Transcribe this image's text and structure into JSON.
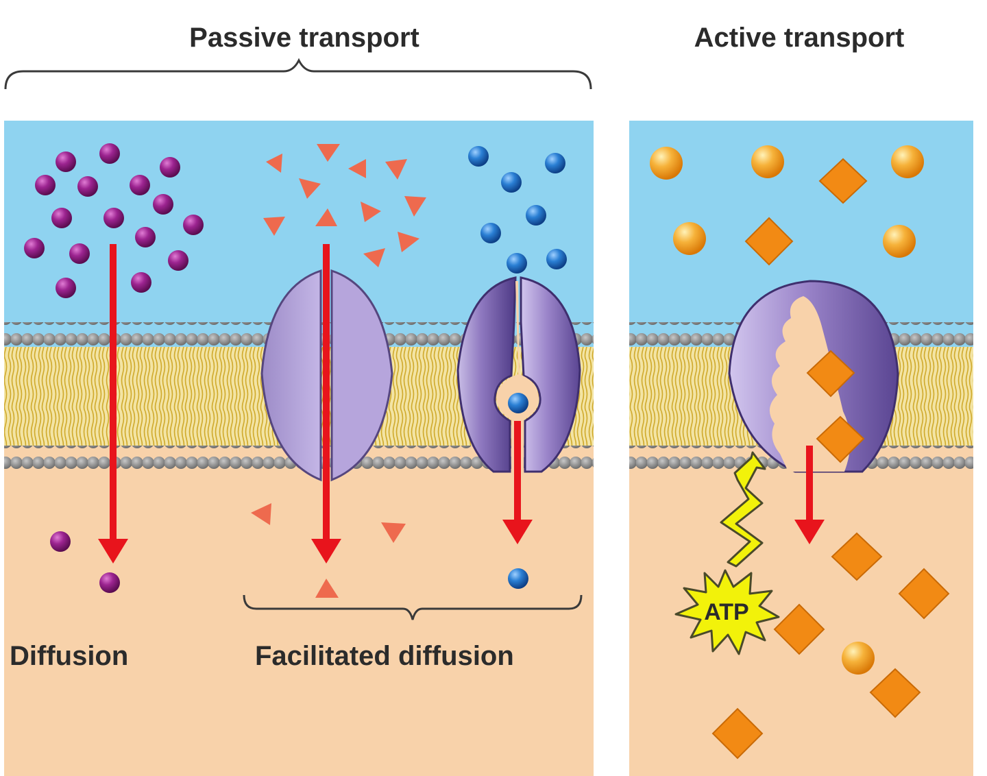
{
  "headings": {
    "passive": "Passive transport",
    "active": "Active transport"
  },
  "labels": {
    "diffusion": "Diffusion",
    "facilitated": "Facilitated diffusion",
    "atp": "ATP"
  },
  "colors": {
    "outside": "#8fd3f0",
    "inside": "#f8d2aa",
    "lipid_head": "#8a8a8a",
    "lipid_tail": "#e0c24a",
    "arrow": "#e8141c",
    "solute_purple": "#8b1a7a",
    "solute_triangle": "#ee6a4e",
    "solute_blue": "#1f6fc4",
    "solute_orange": "#ef8a14",
    "channel": "#b7a6dd",
    "carrier": "#7b62ad",
    "atp_burst": "#f2f20a"
  }
}
